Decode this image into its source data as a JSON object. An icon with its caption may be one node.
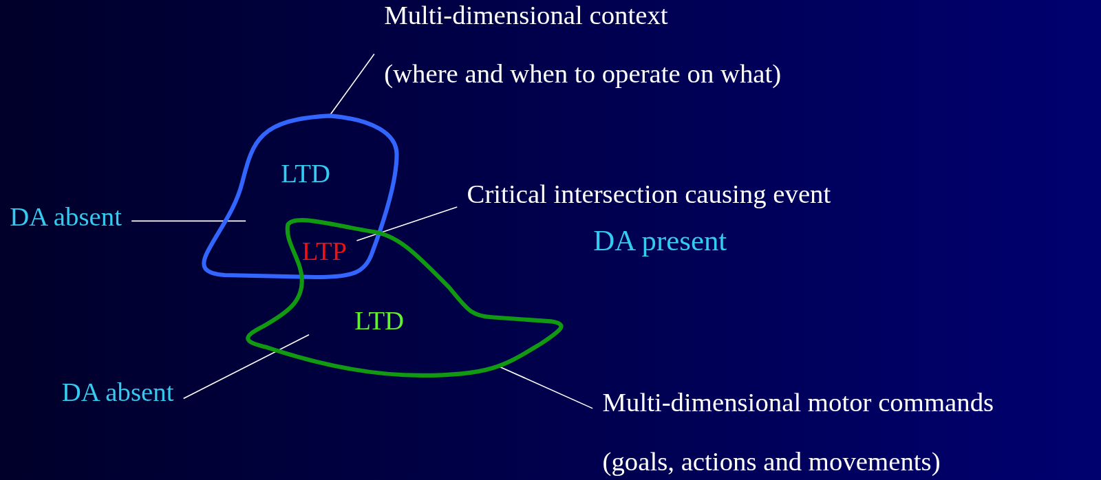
{
  "diagram": {
    "nodes": [
      {
        "text": [
          "Multi-dimensional context",
          "(where and when to operate on what)"
        ]
      },
      {
        "text": [
          "LTD"
        ]
      },
      {
        "text": [
          "DA absent"
        ]
      },
      {
        "text": [
          "LTP"
        ]
      },
      {
        "text": [
          "Critical intersection causing event",
          "DA present"
        ]
      },
      {
        "text": [
          "LTD"
        ]
      },
      {
        "text": [
          "DA absent"
        ]
      },
      {
        "text": [
          "Multi-dimensional motor commands",
          "(goals, actions and movements)"
        ]
      }
    ],
    "edges": [
      {
        "from": 0,
        "to": 1,
        "arrow": "none"
      },
      {
        "from": 2,
        "to": 1,
        "arrow": "none"
      },
      {
        "from": 4,
        "to": 3,
        "arrow": "none"
      },
      {
        "from": 6,
        "to": 5,
        "arrow": "none"
      },
      {
        "from": 7,
        "to": 5,
        "arrow": "none"
      }
    ]
  }
}
